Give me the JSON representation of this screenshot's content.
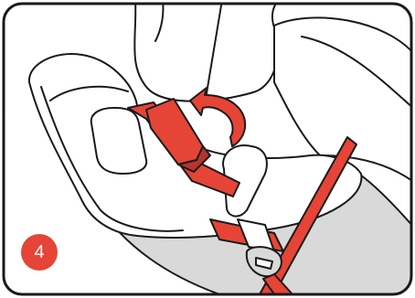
{
  "step": {
    "number": "4"
  },
  "colors": {
    "accent": "#e64436",
    "belt_shadow": "#b8342a",
    "outline": "#1a1a1a",
    "shell_gray": "#d9d9d9",
    "background": "#ffffff"
  },
  "illustration": {
    "subject": "car-seat-belt-routing",
    "arrow_direction": "counter-clockwise"
  }
}
